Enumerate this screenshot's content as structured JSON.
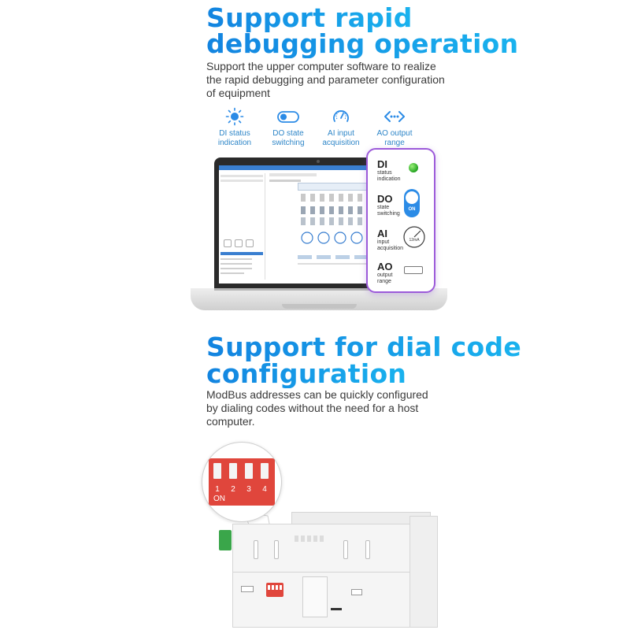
{
  "section1": {
    "title_line1": "Support rapid",
    "title_line2": "debugging operation",
    "desc_line1": "Support the upper computer software to realize",
    "desc_line2": "the rapid debugging and parameter configuration",
    "desc_line3": "of equipment"
  },
  "features": [
    {
      "icon": "di-status-icon",
      "label_line1": "DI status",
      "label_line2": "indication"
    },
    {
      "icon": "do-toggle-icon",
      "label_line1": "DO state",
      "label_line2": "switching"
    },
    {
      "icon": "ai-gauge-icon",
      "label_line1": "AI input",
      "label_line2": "acquisition"
    },
    {
      "icon": "ao-output-icon",
      "label_line1": "AO output",
      "label_line2": "range"
    }
  ],
  "panel": {
    "di_title": "DI",
    "di_sub1": "status",
    "di_sub2": "indication",
    "do_title": "DO",
    "do_sub1": "state",
    "do_sub2": "switching",
    "do_toggle": "ON",
    "ai_title": "AI",
    "ai_sub1": "input",
    "ai_sub2": "acquisition",
    "ai_gauge": "12mA",
    "ao_title": "AO",
    "ao_sub1": "output",
    "ao_sub2": "range"
  },
  "section2": {
    "title_line1": "Support for dial code",
    "title_line2": "configuration",
    "desc_line1": "ModBus addresses can be quickly configured",
    "desc_line2": "by dialing codes without the need for a host",
    "desc_line3": "computer."
  },
  "dip": {
    "numbers": [
      "1",
      "2",
      "3",
      "4"
    ],
    "on_label": "ON"
  },
  "colors": {
    "heading_blue": "#1a9ee6",
    "feature_blue": "#2e86c8",
    "panel_purple": "#9c5ad9",
    "toggle_blue": "#2b8be6",
    "dip_red": "#e0463c",
    "terminal_green": "#3aa64a"
  }
}
